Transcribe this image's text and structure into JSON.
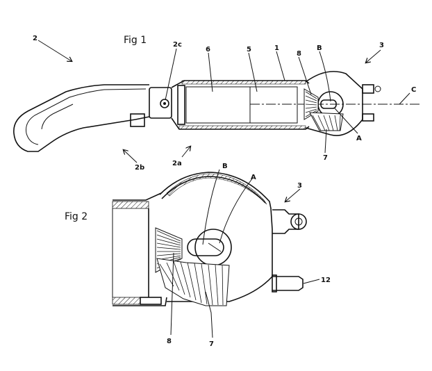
{
  "figures": [
    {
      "title": "Fig 1",
      "labels": {
        "device": "2",
        "handle": "2b",
        "body": "2a",
        "joint": "2c",
        "motor": "6",
        "battery": "5",
        "housing": "1",
        "bevel_gear_small": "8",
        "shaft_b": "B",
        "head": "3",
        "axis": "C",
        "pivot_a": "A",
        "bevel_gear_large": "7"
      }
    },
    {
      "title": "Fig 2",
      "labels": {
        "shaft_b": "B",
        "pivot_a": "A",
        "head": "3",
        "connector": "12",
        "bevel_gear_small": "8",
        "bevel_gear_large": "7"
      }
    }
  ]
}
